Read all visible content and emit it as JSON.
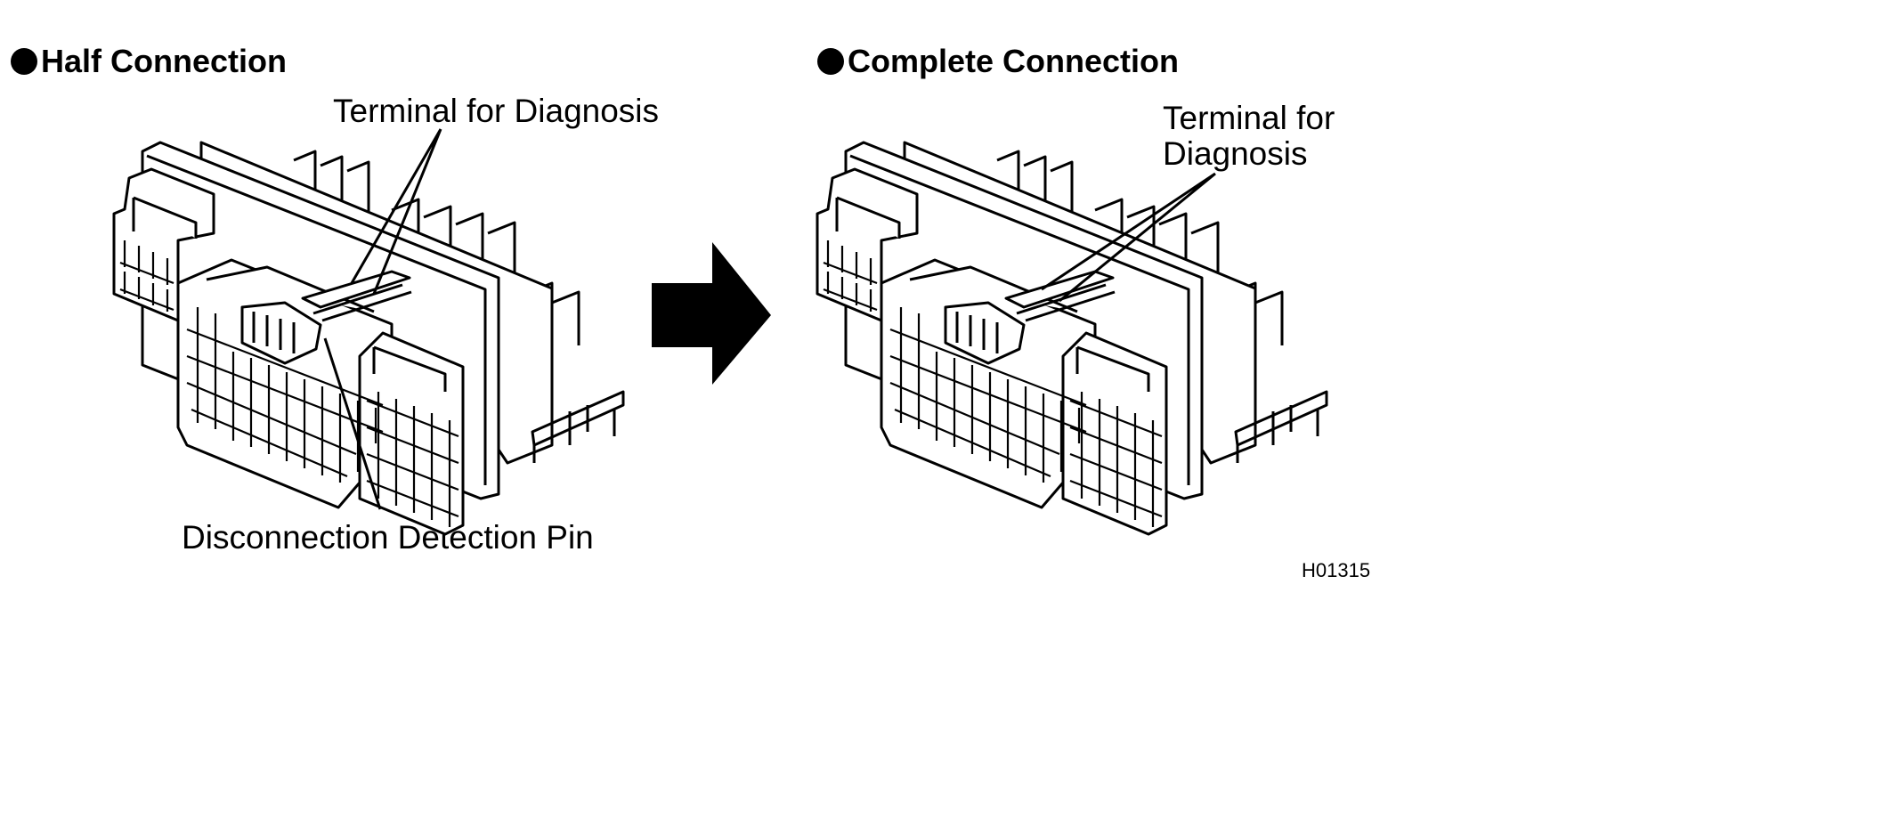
{
  "left": {
    "title": "Half Connection",
    "label_top": "Terminal for Diagnosis",
    "label_bottom": "Disconnection Detection Pin"
  },
  "right": {
    "title": "Complete Connection",
    "label_top_line1": "Terminal  for",
    "label_top_line2": "Diagnosis"
  },
  "figure_code": "H01315",
  "colors": {
    "ink": "#000000",
    "paper": "#ffffff"
  }
}
